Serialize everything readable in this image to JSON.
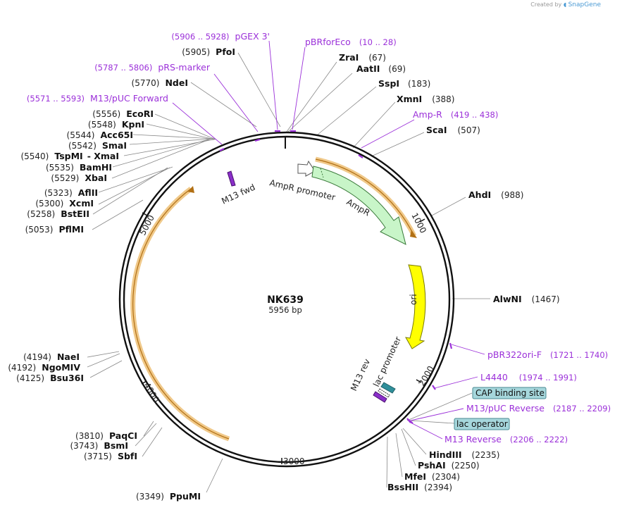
{
  "credit": {
    "prefix": "Created by",
    "brand": "SnapGene"
  },
  "plasmid": {
    "name": "NK639",
    "length_label": "5956 bp",
    "length": 5956
  },
  "ticks": [
    "1000",
    "2000",
    "3000",
    "4000",
    "5000"
  ],
  "sites": [
    {
      "name": "ZraI",
      "pos": "(67)"
    },
    {
      "name": "AatII",
      "pos": "(69)"
    },
    {
      "name": "SspI",
      "pos": "(183)"
    },
    {
      "name": "XmnI",
      "pos": "(388)"
    },
    {
      "name": "ScaI",
      "pos": "(507)"
    },
    {
      "name": "AhdI",
      "pos": "(988)"
    },
    {
      "name": "AlwNI",
      "pos": "(1467)"
    },
    {
      "name": "HindIII",
      "pos": "(2235)"
    },
    {
      "name": "PshAI",
      "pos": "(2250)"
    },
    {
      "name": "MfeI",
      "pos": "(2304)"
    },
    {
      "name": "BssHII",
      "pos": "(2394)"
    },
    {
      "name": "PpuMI",
      "pos": "(3349)"
    },
    {
      "name": "SbfI",
      "pos": "(3715)"
    },
    {
      "name": "BsmI",
      "pos": "(3743)"
    },
    {
      "name": "PaqCI",
      "pos": "(3810)"
    },
    {
      "name": "Bsu36I",
      "pos": "(4125)"
    },
    {
      "name": "NgoMIV",
      "pos": "(4192)"
    },
    {
      "name": "NaeI",
      "pos": "(4194)"
    },
    {
      "name": "PflMI",
      "pos": "(5053)"
    },
    {
      "name": "BstEII",
      "pos": "(5258)"
    },
    {
      "name": "XcmI",
      "pos": "(5300)"
    },
    {
      "name": "AflII",
      "pos": "(5323)"
    },
    {
      "name": "XbaI",
      "pos": "(5529)"
    },
    {
      "name": "BamHI",
      "pos": "(5535)"
    },
    {
      "name": "TspMI",
      "pos": "(5540)",
      "extra": "- XmaI"
    },
    {
      "name": "SmaI",
      "pos": "(5542)"
    },
    {
      "name": "Acc65I",
      "pos": "(5544)"
    },
    {
      "name": "KpnI",
      "pos": "(5548)"
    },
    {
      "name": "EcoRI",
      "pos": "(5556)"
    },
    {
      "name": "NdeI",
      "pos": "(5770)"
    },
    {
      "name": "PfoI",
      "pos": "(5905)"
    }
  ],
  "primers": [
    {
      "name": "pGEX 3'",
      "range": "(5906 .. 5928)"
    },
    {
      "name": "pBRforEco",
      "range": "(10 .. 28)"
    },
    {
      "name": "pRS-marker",
      "range": "(5787 .. 5806)"
    },
    {
      "name": "M13/pUC Forward",
      "range": "(5571 .. 5593)"
    },
    {
      "name": "Amp-R",
      "range": "(419 .. 438)"
    },
    {
      "name": "pBR322ori-F",
      "range": "(1721 .. 1740)"
    },
    {
      "name": "L4440",
      "range": "(1974 .. 1991)"
    },
    {
      "name": "M13/pUC Reverse",
      "range": "(2187 .. 2209)"
    },
    {
      "name": "M13 Reverse",
      "range": "(2206 .. 2222)"
    }
  ],
  "boxed_features": [
    {
      "name": "CAP binding site"
    },
    {
      "name": "lac operator"
    }
  ],
  "features": {
    "ampr_promoter": "AmpR promoter",
    "ampr": "AmpR",
    "ori": "ori",
    "lac_promoter": "lac promoter",
    "m13_rev": "M13 rev",
    "m13_fwd": "M13 fwd"
  },
  "colors": {
    "backbone": "#111111",
    "primer": "#9b30d9",
    "ampr_fill": "#c8f5c8",
    "ori_fill": "#ffff00",
    "orf_ring": "#e8a53c",
    "box_fill": "#a6d7dc",
    "lac_fill": "#2f8f9a"
  }
}
